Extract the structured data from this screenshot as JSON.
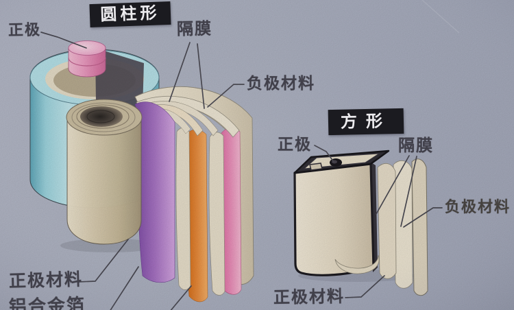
{
  "sections": {
    "cylindrical": {
      "title": "圆柱形",
      "labels": {
        "positive": "正极",
        "separator": "隔膜",
        "negative_material": "负极材料",
        "positive_material": "正极材料",
        "foil": "铝合金箔"
      }
    },
    "prismatic": {
      "title": "方形",
      "labels": {
        "positive": "正极",
        "separator": "隔膜",
        "negative_material": "负极材料",
        "positive_material": "正极材料"
      }
    }
  },
  "colors": {
    "background": "#adb2c2",
    "title_box_bg": "#1b1b20",
    "title_box_text": "#edecef",
    "label_text": "#41404a",
    "leader_line": "#4a4952",
    "can_cyan": "#9fd4de",
    "roll_tan": "#d8cbae",
    "cap_pink": "#ec9dc2",
    "sheet_purple": "#a873c4",
    "sheet_orange": "#e8842f",
    "sheet_pink": "#e678a8",
    "sheet_cream": "#ece3cf",
    "prism_body_cream": "#e7dcc6",
    "prism_frame_black": "#1d1b20"
  }
}
